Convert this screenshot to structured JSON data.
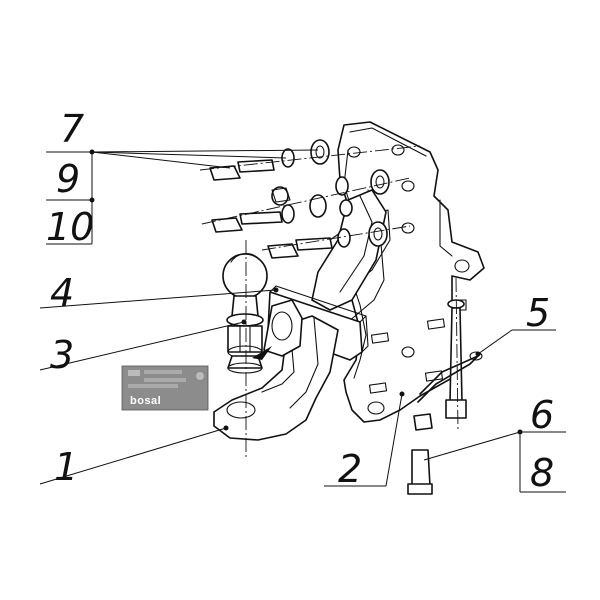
{
  "callouts": [
    {
      "id": "c1",
      "text": "1"
    },
    {
      "id": "c2",
      "text": "2"
    },
    {
      "id": "c3",
      "text": "3"
    },
    {
      "id": "c4",
      "text": "4"
    },
    {
      "id": "c5",
      "text": "5"
    },
    {
      "id": "c6",
      "text": "6"
    },
    {
      "id": "c7",
      "text": "7"
    },
    {
      "id": "c8",
      "text": "8"
    },
    {
      "id": "c9",
      "text": "9"
    },
    {
      "id": "c10",
      "text": "10"
    }
  ],
  "label_plate": {
    "brand": "bosal"
  },
  "colors": {
    "ink": "#111111",
    "paper": "#ffffff",
    "plate": "#8c8c8c"
  }
}
